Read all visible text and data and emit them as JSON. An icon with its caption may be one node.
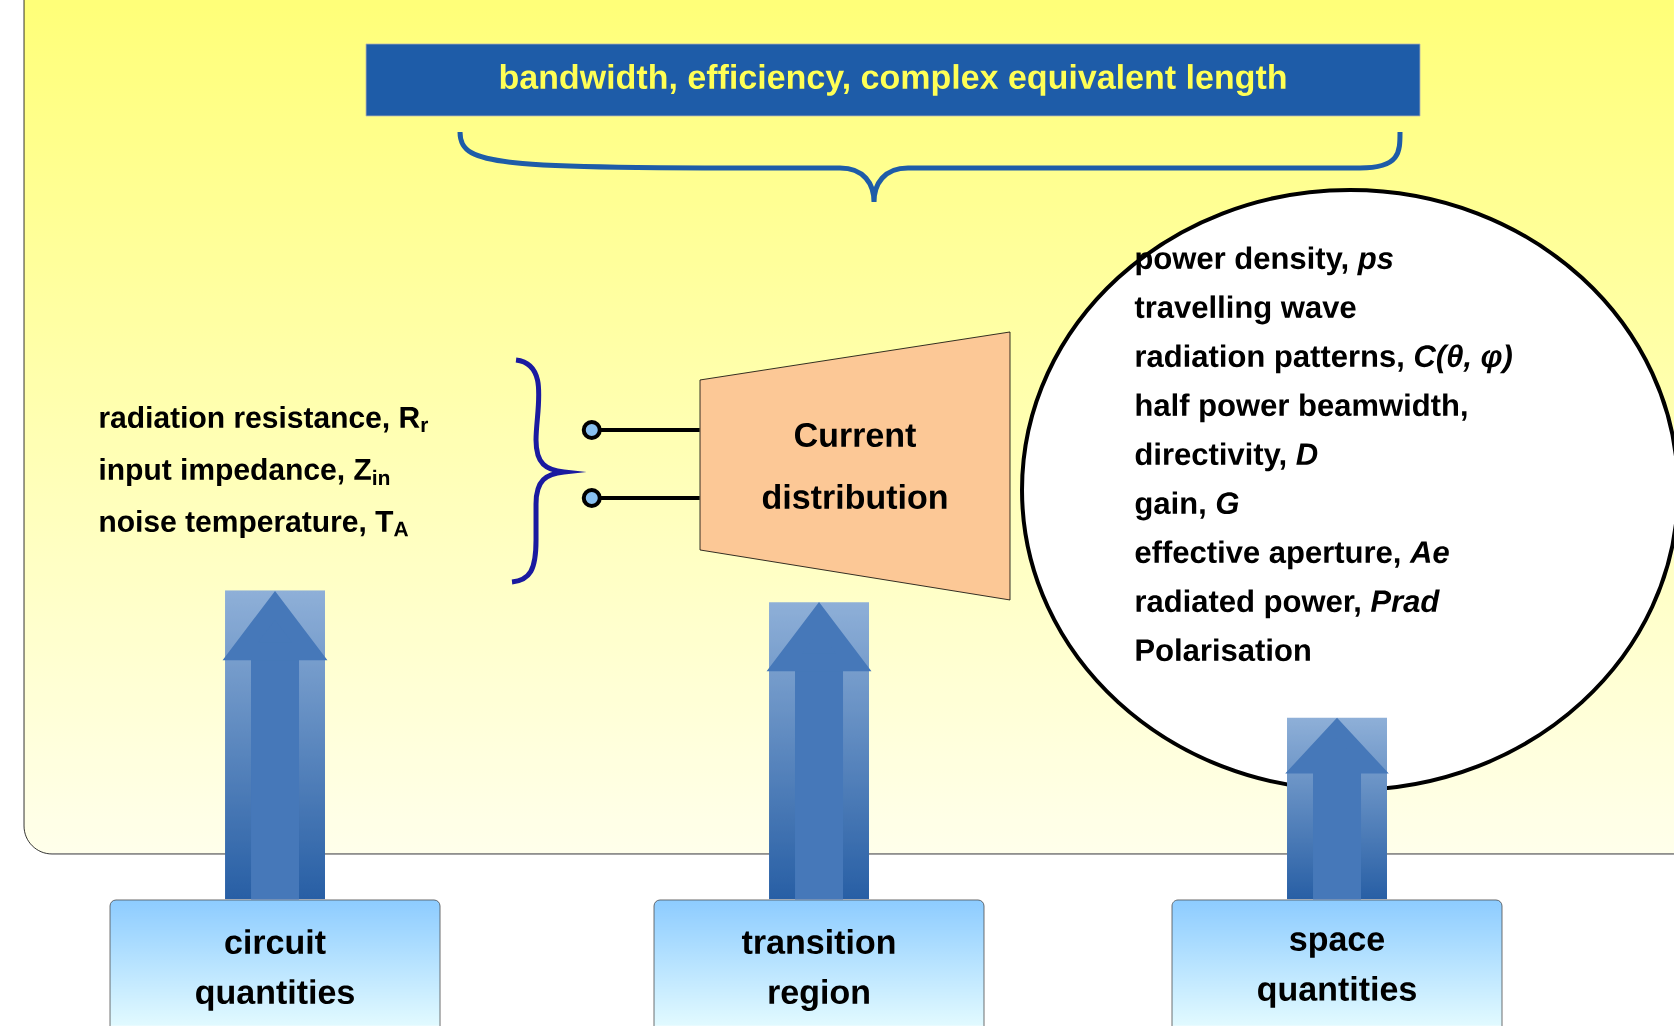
{
  "diagram": {
    "nodes": [
      {
        "text": [
          "bandwidth, efficiency, complex equivalent length"
        ]
      },
      {
        "text": [
          "radiation resistance, R$_{r}$",
          "input impedance, Z$_{in}$",
          "noise temperature, T$_{A}$"
        ]
      },
      {
        "text": [
          "Current distribution"
        ]
      },
      {
        "text": [
          "power density, *ps*",
          "travelling wave",
          "radiation patterns, *C(θ, φ)*",
          "half power beamwidth,",
          "directivity, *D*",
          "gain, *G*",
          "effective aperture, *Ae*",
          "radiated power, *Prad*",
          "Polarisation"
        ]
      },
      {
        "text": [
          "circuit quantities"
        ]
      },
      {
        "text": [
          "transition region"
        ]
      },
      {
        "text": [
          "space quantities"
        ]
      }
    ],
    "edges": [
      {
        "from": 4,
        "to": 1,
        "arrow": "to"
      },
      {
        "from": 5,
        "to": 2,
        "arrow": "to"
      },
      {
        "from": 6,
        "to": 3,
        "arrow": "to"
      },
      {
        "from": 1,
        "to": 2,
        "arrow": "other",
        "color": "#000000"
      },
      {
        "from": 1,
        "to": 2,
        "arrow": "other",
        "color": "#000000"
      }
    ]
  }
}
